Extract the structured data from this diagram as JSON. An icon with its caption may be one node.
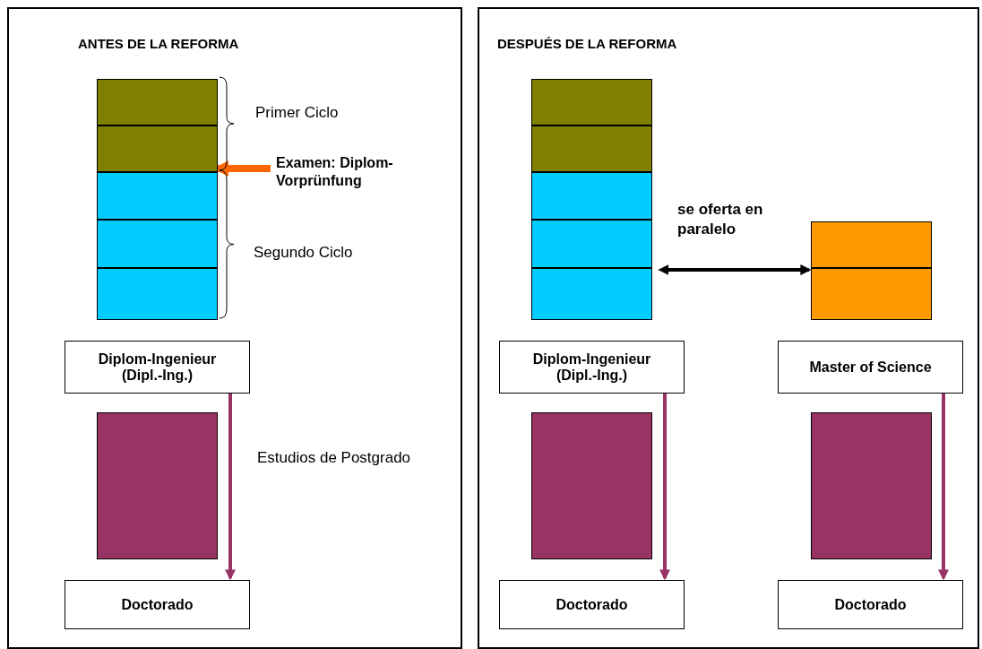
{
  "diagram": {
    "nodes": [
      {
        "text": [
          "ANTES DE LA REFORMA"
        ]
      },
      {
        "text": [],
        "shape": "box",
        "in": 0
      },
      {
        "text": [],
        "shape": "box",
        "in": 0
      },
      {
        "text": [],
        "shape": "box",
        "in": 0
      },
      {
        "text": [],
        "shape": "box",
        "in": 0
      },
      {
        "text": [],
        "shape": "box",
        "in": 0
      },
      {
        "text": [
          "Examen: Diplom-Vorprünfung"
        ],
        "in": 0
      },
      {
        "text": [
          "Diplom-Ingenieur (Dipl.-Ing.)"
        ],
        "in": 0
      },
      {
        "text": [],
        "shape": "box",
        "in": 0
      },
      {
        "text": [
          "Doctorado"
        ],
        "in": 0
      },
      {
        "text": [
          "DESPUÉS DE LA REFORMA"
        ]
      },
      {
        "text": [],
        "shape": "box",
        "in": 10
      },
      {
        "text": [],
        "shape": "box",
        "in": 10
      },
      {
        "text": [],
        "shape": "box",
        "in": 10
      },
      {
        "text": [],
        "shape": "box",
        "in": 10
      },
      {
        "text": [],
        "shape": "box",
        "in": 10
      },
      {
        "text": [],
        "shape": "box",
        "in": 10
      },
      {
        "text": [],
        "shape": "box",
        "in": 10
      },
      {
        "text": [
          "Diplom-Ingenieur (Dipl.-Ing.)"
        ],
        "in": 10
      },
      {
        "text": [
          "Master of Science"
        ],
        "in": 10
      },
      {
        "text": [],
        "shape": "box",
        "in": 10
      },
      {
        "text": [],
        "shape": "box",
        "in": 10
      },
      {
        "text": [
          "Doctorado"
        ],
        "in": 10
      },
      {
        "text": [
          "Doctorado"
        ],
        "in": 10
      }
    ],
    "edges": [
      {
        "from": 6,
        "to": 2,
        "arrow": "to",
        "style": "thick",
        "color": "#ff6600"
      },
      {
        "from": 7,
        "to": 9,
        "arrow": "to",
        "label": "Estudios de Postgrado"
      },
      {
        "from": 15,
        "to": 17,
        "arrow": "both",
        "color": "#000000",
        "label": "se oferta en paralelo"
      },
      {
        "from": 18,
        "to": 22,
        "arrow": "to"
      },
      {
        "from": 19,
        "to": 23,
        "arrow": "to"
      }
    ],
    "labels": [
      "Primer Ciclo",
      "Segundo Ciclo"
    ]
  }
}
